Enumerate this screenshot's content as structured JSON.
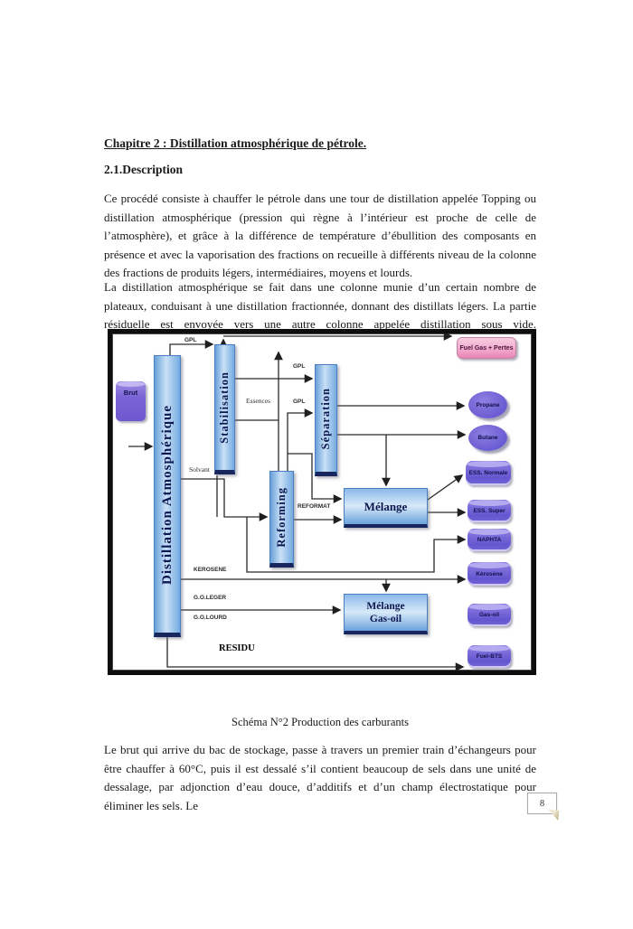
{
  "document": {
    "heading": "Chapitre 2 : Distillation atmosphérique de pétrole.",
    "subheading": "2.1.Description",
    "para1": "Ce procédé consiste à chauffer le pétrole dans une tour de distillation appelée Topping ou distillation atmosphérique (pression qui règne à l’intérieur est proche de celle de l’atmosphère), et grâce à la différence de température d’ébullition des composants en présence et avec la vaporisation des fractions on recueille à différents niveau de la colonne des fractions de produits légers, intermédiaires, moyens et lourds.",
    "para2": "La distillation atmosphérique se fait dans une colonne munie d’un certain nombre de plateaux, conduisant à une distillation fractionnée, donnant des distillats légers. La partie résiduelle est envoyée vers une autre colonne appelée distillation sous vide.",
    "caption": "Schéma N°2 Production des carburants",
    "para3": "Le brut qui arrive du bac de stockage, passe à travers un premier train d’échangeurs pour être chauffer à 60°C, puis il est dessalé s’il contient beaucoup de sels dans une unité de dessalage, par adjonction d’eau douce, d’additifs et d’un champ électrostatique pour éliminer les sels. Le",
    "page_number": "8"
  },
  "diagram": {
    "nodes": {
      "brut": "Brut",
      "distillation": "Distillation Atmosphérique",
      "stabilisation": "Stabilisation",
      "separation": "Séparation",
      "reforming": "Reforming",
      "melange": "Mélange",
      "melange_gasoil_line1": "Mélange",
      "melange_gasoil_line2": "Gas-oil",
      "fuel_gas": "Fuel Gas + Pertes",
      "propane": "Propane",
      "butane": "Butane",
      "ess_normale": "ESS. Normale",
      "ess_super": "ESS. Super",
      "naphta": "NAPHTA",
      "kerosene_tank": "Kérosène",
      "gasoil_tank": "Gas-oil",
      "fuel_bts": "Fuel-BTS"
    },
    "labels": {
      "gpl1": "GPL",
      "gpl2": "GPL",
      "gpl3": "GPL",
      "essences": "Essences",
      "solvant": "Solvant",
      "reformat": "REFORMAT",
      "kerosene": "KEROSENE",
      "go_leger": "G.O.LEGER",
      "go_lourd": "G.O.LOURD",
      "residu": "RESIDU"
    },
    "colors": {
      "column_blue": "#68a0d9",
      "box_navy_strip": "#17265c",
      "cylinder_violet": "#6a5cd2",
      "fuelgas_pink": "#ef9fc6",
      "line": "#2a2a2a"
    }
  }
}
